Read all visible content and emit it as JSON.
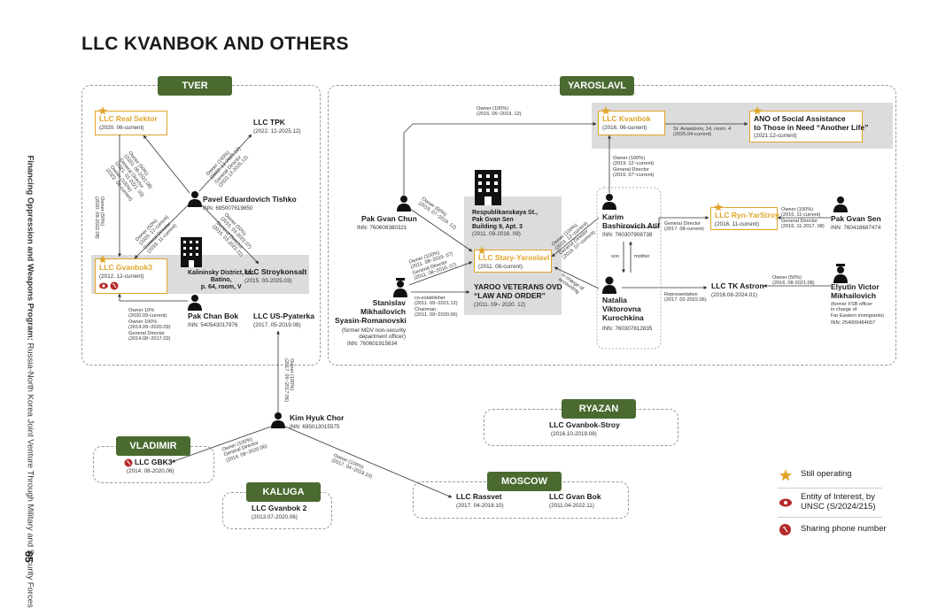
{
  "title": "LLC KVANBOK AND OTHERS",
  "sidebar": {
    "text_bold": "Financing Oppression and Weapons Program:",
    "text_rest": " Russia-North Korea Joint Venture Through Military and Security Forces",
    "page_number": "65"
  },
  "regions": {
    "tver": "TVER",
    "yaroslavl": "YAROSLAVL",
    "ryazan": "RYAZAN",
    "vladimir": "VLADIMIR",
    "kaluga": "KALUGA",
    "moscow": "MOSCOW"
  },
  "tver": {
    "real_sektor": {
      "name": "LLC Real Sektor",
      "date": "(2020. 06-current)"
    },
    "tpk": {
      "name": "LLC TPK",
      "date": "(2022. 12-2025.12)"
    },
    "tishko": {
      "name": "Pavel Eduardovich Tishko",
      "inn": "INN: 695007619850"
    },
    "gvanbok3": {
      "name": "LLC Gvanbok3",
      "date": "(2012. 12-current)"
    },
    "address": {
      "l1": "Kalininsky District, ter.",
      "l2": "Batino,",
      "l3": "p. 64, room, V"
    },
    "stroykonsalt": {
      "name": "LLC Stroykonsalt",
      "date": "(2015. 03-2025.03)"
    },
    "pak_chan_bok": {
      "name": "Pak Chan Bok",
      "inn": "INN: 540543017976"
    },
    "us_pyaterka": {
      "name": "LLC US-Pyaterka",
      "date": "(2017. 05-2019.08)"
    },
    "owner_left": {
      "l1": "Owner (50%)",
      "l2": "(2020. 09-2022.08)"
    },
    "e_tishko_realsektor": {
      "l1": "Owner (50%)",
      "l2": "(2020. 06-2022.08)",
      "l3": "General Director",
      "l4": "(2021. 01-2021. 03)",
      "l5": "Owner (100%)",
      "l6": "(2022. 08-current)"
    },
    "e_tishko_tpk": {
      "l1": "Owner (100%)",
      "l2": "(2022. 12-2025.12)",
      "l3": "General Director",
      "l4": "(2022.12-2025.12)"
    },
    "e_tishko_gvanbok3": {
      "l1": "Owner (50%)",
      "l2": "(2020. 12-current)",
      "l3": "General Director",
      "l4": "(2019. 11-current)"
    },
    "e_tishko_stroy": {
      "l1": "Owner (50%)",
      "l2": "(2015. 03-2022.07)",
      "l3": "General Director",
      "l4": "(2015. 03-2022.11)"
    },
    "e_pak_gvanbok3": {
      "l1": "Owner 10%",
      "l2": "(2020.09-current)",
      "l3": "Owner 100%",
      "l4": "(2014.09~2020.09)",
      "l5": "General Director",
      "l6": "(2014.08~2017.03)"
    }
  },
  "yaroslavl": {
    "kvanbok": {
      "name": "LLC Kvanbok",
      "date": "(2016. 06-current)"
    },
    "kvanbok_addr": {
      "l1": "St. Aviastorov, 14, room. 4",
      "l2": "(2025.04-current)"
    },
    "ano": {
      "l1": "ANO of Social Assistance",
      "l2": "to Those in Need “Another Life”",
      "l3": "(2021.12-current)"
    },
    "owner_top": {
      "l1": "Owner (100%)",
      "l2": "(2016. 06~2019. 12)"
    },
    "pak_gvan_chun": {
      "name": "Pak Gvan Chun",
      "inn": "INN: 760608380321"
    },
    "respublik": {
      "l1": "Respublikanskaya St.,",
      "l2": "Pak Gvan Sen",
      "l3": "Building 9, Apt. 3",
      "l4": "(2011. 09-2016. 09)"
    },
    "stary": {
      "name": "LLC Stary-Yaroslavl",
      "date": "(2011. 08-current)"
    },
    "veterans": {
      "l1": "YAROO VETERANS OVD",
      "l2": "“LAW AND ORDER”",
      "l3": "(2011. 09~ 2020. 12)"
    },
    "e_chun_stary": {
      "l1": "Owner (50%)",
      "l2": "(2019. 07~2019. 12)"
    },
    "syasin": {
      "l1": "Stanislav",
      "l2": "Mikhailovich",
      "l3": "Syasin-Romanovski",
      "l4": "(former MDV non-security",
      "l5": "department officer)",
      "inn": "INN: 760601915634"
    },
    "e_syasin_stary": {
      "l1": "Owner (100%)",
      "l2": "(2011. 08~2019. 07)",
      "l3": "General Director",
      "l4": "(2011. 08~2016. 07)"
    },
    "e_syasin_vet": {
      "l1": "co-establisher",
      "l2": "(2011. 09~2021.12)",
      "l3": "Chairman",
      "l4": "(2011. 09~2020.06)"
    },
    "karim": {
      "l1": "Karim",
      "l2": "Bashirovich Atif",
      "inn": "INN: 760307908738"
    },
    "e_karim_kvanbok": {
      "l1": "Owner (100%)",
      "l2": "(2019. 12~current)",
      "l3": "General Director",
      "l4": "(2016. 07~current)"
    },
    "e_karim_stary": {
      "l1": "Owner (100%)",
      "l2": "(2019. 12~current)",
      "l3": "General Director",
      "l4": "(2016. 07~current)"
    },
    "natalia": {
      "l1": "Natalia",
      "l2": "Viktorovna",
      "l3": "Kurochkina",
      "inn": "INN: 760307812835"
    },
    "e_natalia_stary": {
      "l1": "in charge of",
      "l2": "accounting"
    },
    "son": "son",
    "mother": "mother",
    "ryn": {
      "name": "LLC Ryn-YarStroy",
      "date": "(2016. 11-current)"
    },
    "e_karim_ryn": {
      "l1": "General Director",
      "l2": "(2017. 08-current)"
    },
    "pak_gvan_sen": {
      "name": "Pak Gvan Sen",
      "inn": "INN: 760418687474"
    },
    "e_sen_ryn": {
      "l1": "Owner (100%)",
      "l2": "(2016. 11-current)",
      "l3": "General Director",
      "l4": "(2016. 11-2017. 08)"
    },
    "astron": {
      "name": "LLC TK Astron",
      "date": "(2016.08-2024.01)"
    },
    "e_natalia_astron": {
      "l1": "Representative",
      "l2": "(2017. 02-2022.06)"
    },
    "elyutin": {
      "l1": "Elyutin Victor",
      "l2": "Mikhailovich",
      "l3": "(former FSB officer",
      "l4": "in charge of",
      "l5": "Far Eastern immigrants)",
      "inn": "INN: 254009484657"
    },
    "e_elyutin_astron": {
      "l1": "Owner (50%)",
      "l2": "(2016. 08-2021.08)"
    }
  },
  "center": {
    "kim": {
      "name": "Kim Hyuk Chor",
      "inn": "INN: 695013015575"
    },
    "e_kim_us": {
      "l1": "Owner (100%)",
      "l2": "(2017. 05~2017.06)"
    },
    "e_kim_gbk3": {
      "l1": "Owner (100%)",
      "l2": "General Director",
      "l3": "(2014. 08~2020.06)"
    },
    "e_kim_rassvet": {
      "l1": "Owner (100%)",
      "l2": "(2017. 04~2018.10)"
    }
  },
  "others": {
    "gvanbok_stroy": {
      "name": "LLC Gvanbok-Stroy",
      "date": "(2016.10-2019.08)"
    },
    "gbk3": {
      "name": "LLC GBK3",
      "date": "(2014. 08-2020.06)"
    },
    "gvanbok2": {
      "name": "LLC Gvanbok 2",
      "date": "(2013.07-2020.06)"
    },
    "rassvet": {
      "name": "LLC Rassvet",
      "date": "(2017. 04-2018.10)"
    },
    "gvan_bok": {
      "name": "LLC Gvan Bok",
      "date": "(2011.04-2022.11)"
    }
  },
  "legend": {
    "still_operating": "Still operating",
    "entity_l1": "Entity of Interest, by",
    "entity_l2": "UNSC (S/2024/215)",
    "sharing_phone": "Sharing phone number"
  },
  "colors": {
    "accent_gold": "#e0a42a",
    "region_green": "#4a6a30",
    "highlight_grey": "#dcdcdc",
    "red_icon": "#b52a2a"
  }
}
